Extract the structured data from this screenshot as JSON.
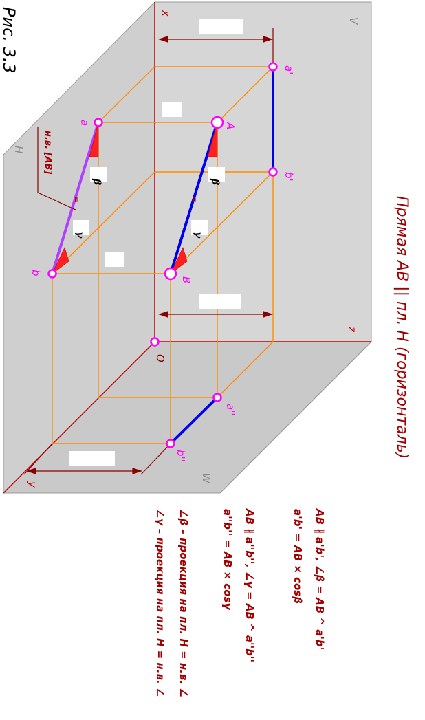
{
  "figure_label": "Рис. 3.3",
  "title": "Прямая AB || пл. H (горизонталь)",
  "axes": {
    "x": "x",
    "y": "y",
    "z": "z",
    "origin": "O"
  },
  "planes": {
    "V": "V",
    "H": "H",
    "W": "W"
  },
  "points": {
    "A": "A",
    "B": "B",
    "a": "a",
    "b": "b",
    "a1": "a'",
    "b1": "b'",
    "a2": "a''",
    "b2": "b''"
  },
  "angles": {
    "beta": "β",
    "gamma": "γ"
  },
  "parallel_mark": "=",
  "true_size_label": "н.в. [AB]",
  "notes": [
    "AB ∦ a'b', ∠β = AB ^ a'b'",
    "a'b' = AB × cosβ",
    "AB ∦ a''b'', ∠γ = AB ^ a''b''",
    "a''b'' = AB × cosγ",
    "∠β – проекция на пл. H = н.в. ∠",
    "∠γ – проекция на пл. H = н.в. ∠"
  ],
  "colors": {
    "box": "#d4d4d4",
    "axis": "#c00000",
    "construction": "#ff8c00",
    "segment": "#0000ee",
    "true_size": "#b040ff",
    "point": "#ff00ff",
    "text": "#a00000"
  }
}
